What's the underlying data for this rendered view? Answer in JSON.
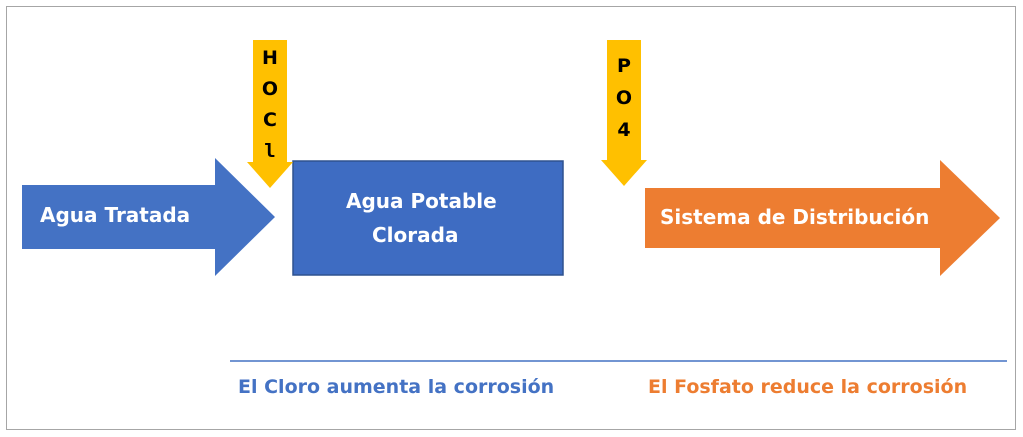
{
  "colors": {
    "blue": "#4472C4",
    "blue_box": "#3E6CC2",
    "orange": "#ED7D31",
    "gold": "#FFC000",
    "divider": "#4472C4"
  },
  "inputs": {
    "hocl": [
      "H",
      "O",
      "C",
      "l"
    ],
    "po4": [
      "P",
      "O",
      "4"
    ]
  },
  "stages": {
    "treated_water": "Agua Tratada",
    "chlorinated_water_line1": "Agua Potable",
    "chlorinated_water_line2": "Clorada",
    "distribution": "Sistema de Distribución"
  },
  "captions": {
    "chlorine": "El Cloro aumenta la corrosión",
    "phosphate": "El Fosfato reduce la corrosión"
  }
}
